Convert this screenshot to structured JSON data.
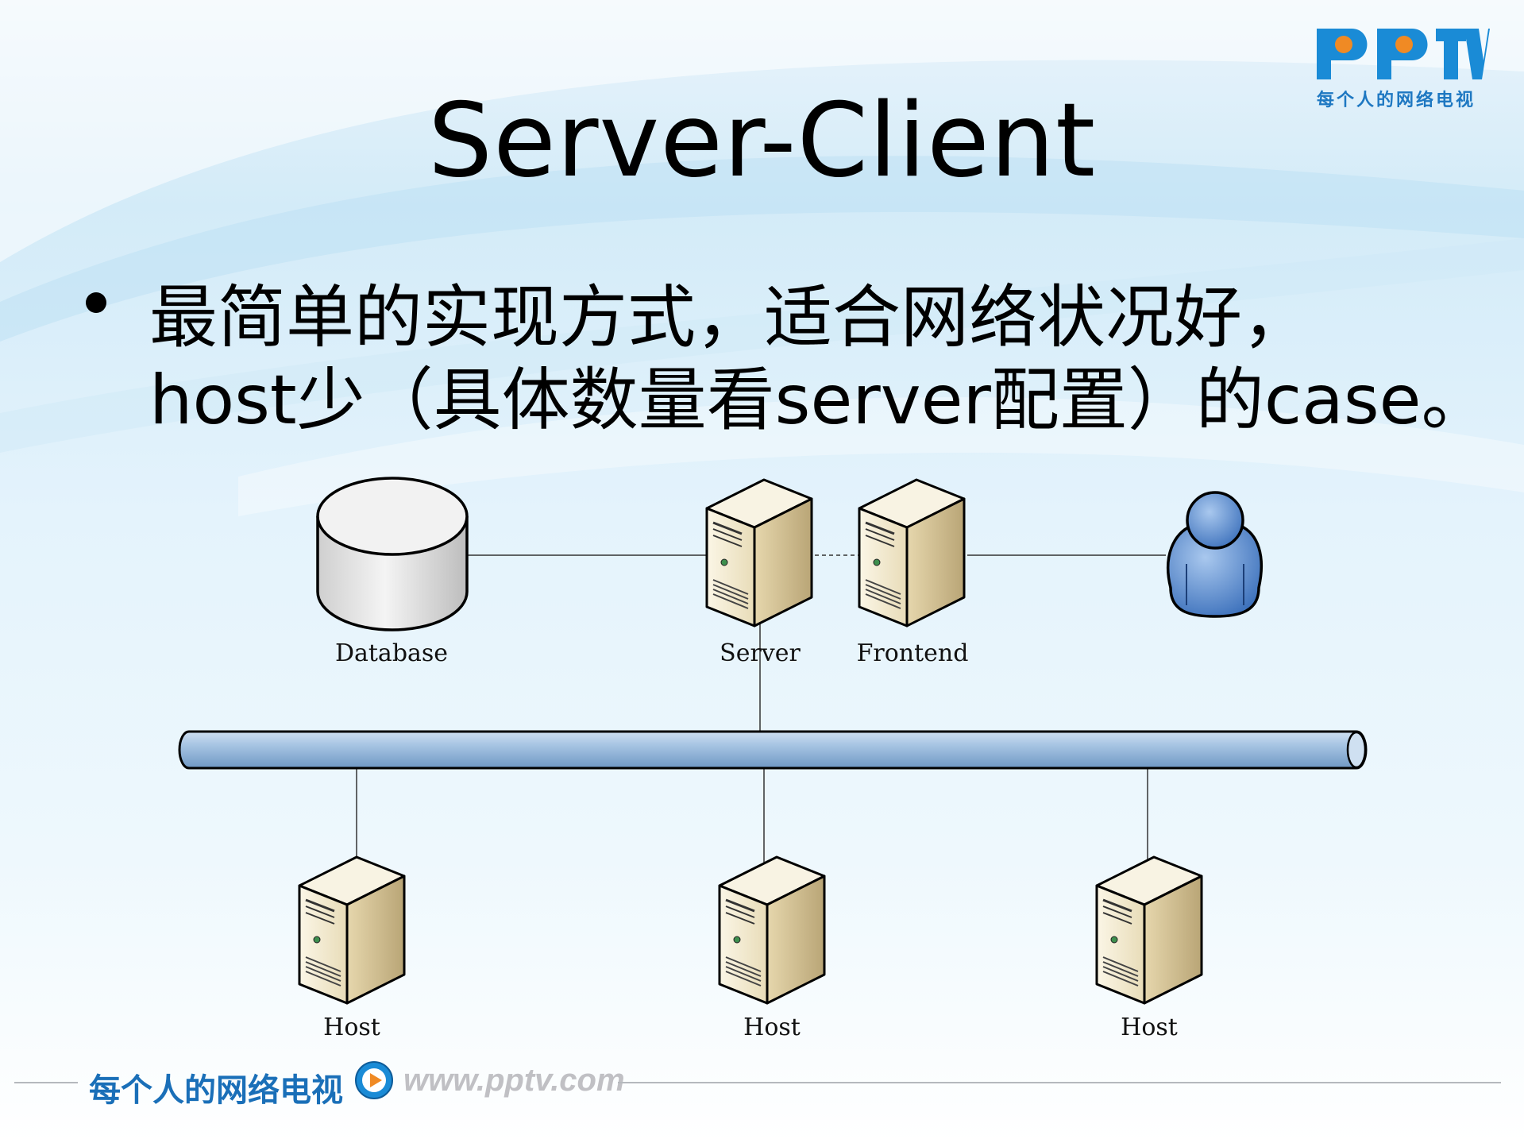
{
  "slide": {
    "title": "Server-Client",
    "bullet_line_1": "最简单的实现方式，适合网络状况好，",
    "bullet_line_2": "host少（具体数量看server配置）的case。"
  },
  "logo": {
    "brand": "PPTV",
    "tagline": "每个人的网络电视"
  },
  "footer": {
    "slogan": "每个人的网络电视",
    "url": "www.pptv.com"
  },
  "diagram": {
    "nodes": {
      "database": "Database",
      "server": "Server",
      "frontend": "Frontend",
      "host_1": "Host",
      "host_2": "Host",
      "host_3": "Host"
    }
  },
  "colors": {
    "logo_blue": "#1a8bd6",
    "logo_orange": "#f08a24",
    "bus_blue": "#8fb4d8",
    "server_beige": "#d9c9a0",
    "user_blue": "#5b8fd0"
  },
  "icons": [
    "database-icon",
    "server-icon",
    "user-icon",
    "play-icon"
  ]
}
